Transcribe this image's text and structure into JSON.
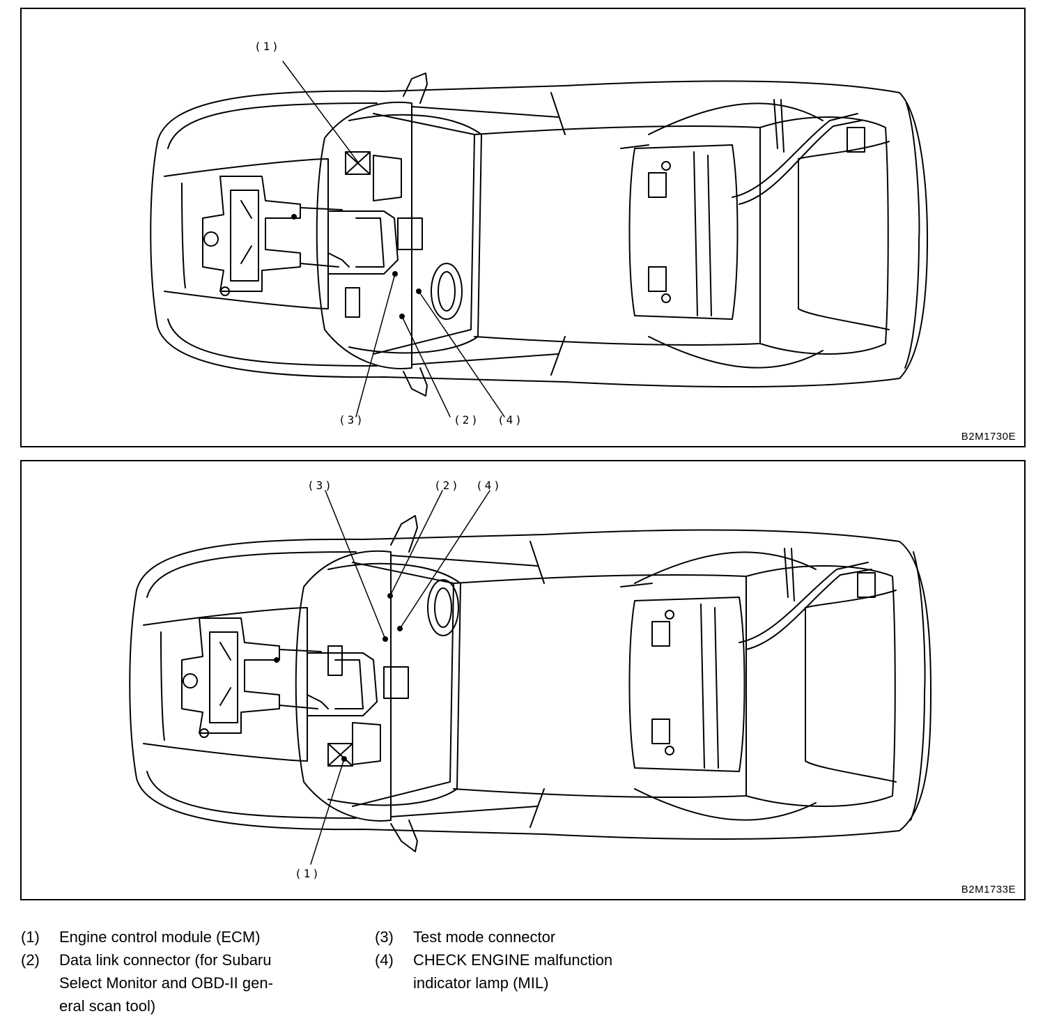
{
  "diagrams": [
    {
      "code": "B2M1730E",
      "callouts": [
        "(1)",
        "(2)",
        "(3)",
        "(4)"
      ]
    },
    {
      "code": "B2M1733E",
      "callouts": [
        "(1)",
        "(2)",
        "(3)",
        "(4)"
      ]
    }
  ],
  "legend": [
    {
      "num": "(1)",
      "lines": [
        "Engine control module (ECM)"
      ]
    },
    {
      "num": "(2)",
      "lines": [
        "Data link connector (for Subaru",
        "Select Monitor and OBD-II gen-",
        "eral scan tool)"
      ]
    },
    {
      "num": "(3)",
      "lines": [
        "Test mode connector"
      ]
    },
    {
      "num": "(4)",
      "lines": [
        "CHECK ENGINE malfunction",
        "indicator lamp (MIL)"
      ]
    }
  ]
}
